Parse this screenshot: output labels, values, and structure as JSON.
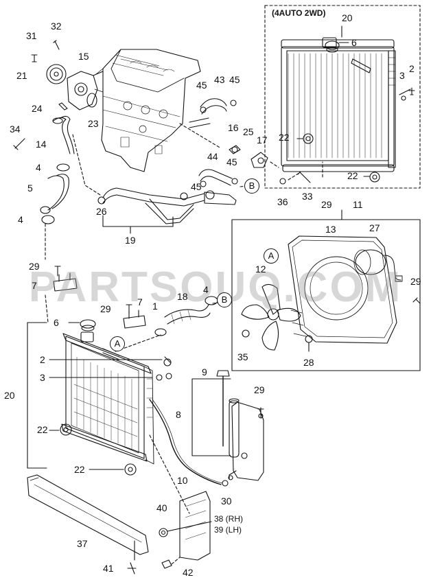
{
  "inset": {
    "title": "(4AUTO 2WD)"
  },
  "circle_refs": {
    "a": "A",
    "b": "B"
  },
  "watermark": "PARTSOUQ.COM",
  "callouts": {
    "p1": "1",
    "p2": "2",
    "p2b": "2",
    "p3": "3",
    "p3b": "3",
    "p4a": "4",
    "p4b": "4",
    "p4c": "4",
    "p5": "5",
    "p6": "6",
    "p6b": "6",
    "p7a": "7",
    "p7b": "7",
    "p8": "8",
    "p9": "9",
    "p10": "10",
    "p11": "11",
    "p12": "12",
    "p13": "13",
    "p14": "14",
    "p15": "15",
    "p16": "16",
    "p17": "17",
    "p18": "18",
    "p19": "19",
    "p20": "20",
    "p20b": "20",
    "p21": "21",
    "p22a": "22",
    "p22b": "22",
    "p22c": "22",
    "p22d": "22",
    "p23": "23",
    "p24": "24",
    "p25": "25",
    "p26": "26",
    "p27": "27",
    "p28": "28",
    "p29a": "29",
    "p29b": "29",
    "p29c": "29",
    "p29d": "29",
    "p29e": "29",
    "p30": "30",
    "p31": "31",
    "p32": "32",
    "p33": "33",
    "p34": "34",
    "p35": "35",
    "p36": "36",
    "p37": "37",
    "p38": "38 (RH)",
    "p39": "39 (LH)",
    "p40": "40",
    "p41": "41",
    "p42": "42",
    "p43": "43",
    "p44": "44",
    "p45a": "45",
    "p45b": "45",
    "p45c": "45",
    "p45d": "45"
  },
  "colors": {
    "ink": "#111111",
    "watermark": "#969696"
  }
}
